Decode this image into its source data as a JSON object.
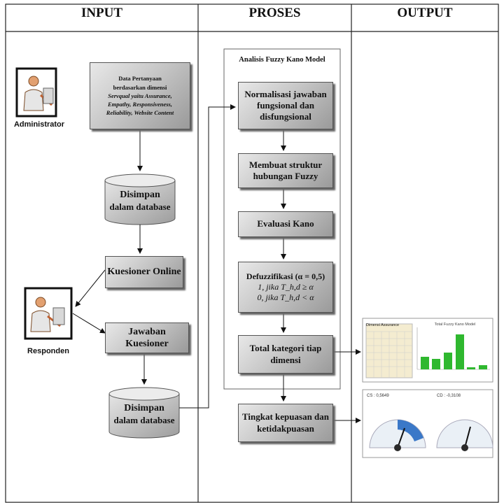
{
  "columns": {
    "input": "INPUT",
    "proses": "PROSES",
    "output": "OUTPUT"
  },
  "actors": {
    "admin": "Administrator",
    "responden": "Responden"
  },
  "input": {
    "data_line1": "Data Pertanyaan",
    "data_line2": "berdasarkan dimensi",
    "data_line3": "Servqual yaitu Assurance,",
    "data_line4": "Empathy, Responsiveness,",
    "data_line5": "Reliability, Website Content",
    "db1_line1": "Disimpan",
    "db1_line2": "dalam database",
    "kuesioner": "Kuesioner Online",
    "jawaban": "Jawaban Kuesioner",
    "db2_line1": "Disimpan",
    "db2_line2": "dalam database"
  },
  "proses": {
    "group_title": "Analisis Fuzzy Kano Model",
    "step1": "Normalisasi jawaban fungsional dan disfungsional",
    "step2": "Membuat struktur hubungan Fuzzy",
    "step3": "Evaluasi Kano",
    "step4_title": "Defuzzifikasi (α = 0,5)",
    "step4_row1": "1,      jika T_h,d ≥ α",
    "step4_row2": "0,      jika T_h,d < α",
    "step5": "Total kategori tiap dimensi",
    "step6": "Tingkat kepuasan dan ketidakpuasan"
  },
  "output": {
    "table_title": "Dimensi  Assurance",
    "chart_title": "Total Fuzzy Kano Model",
    "gauge1_label": "CS : 0,5649",
    "gauge2_label": "CD : -0,3108"
  },
  "colors": {
    "box_dark": "#9a9a9a",
    "box_light": "#e8e8e8",
    "bar_green": "#2fb82f",
    "gauge_blue": "#3a78c8",
    "border": "#333333"
  }
}
